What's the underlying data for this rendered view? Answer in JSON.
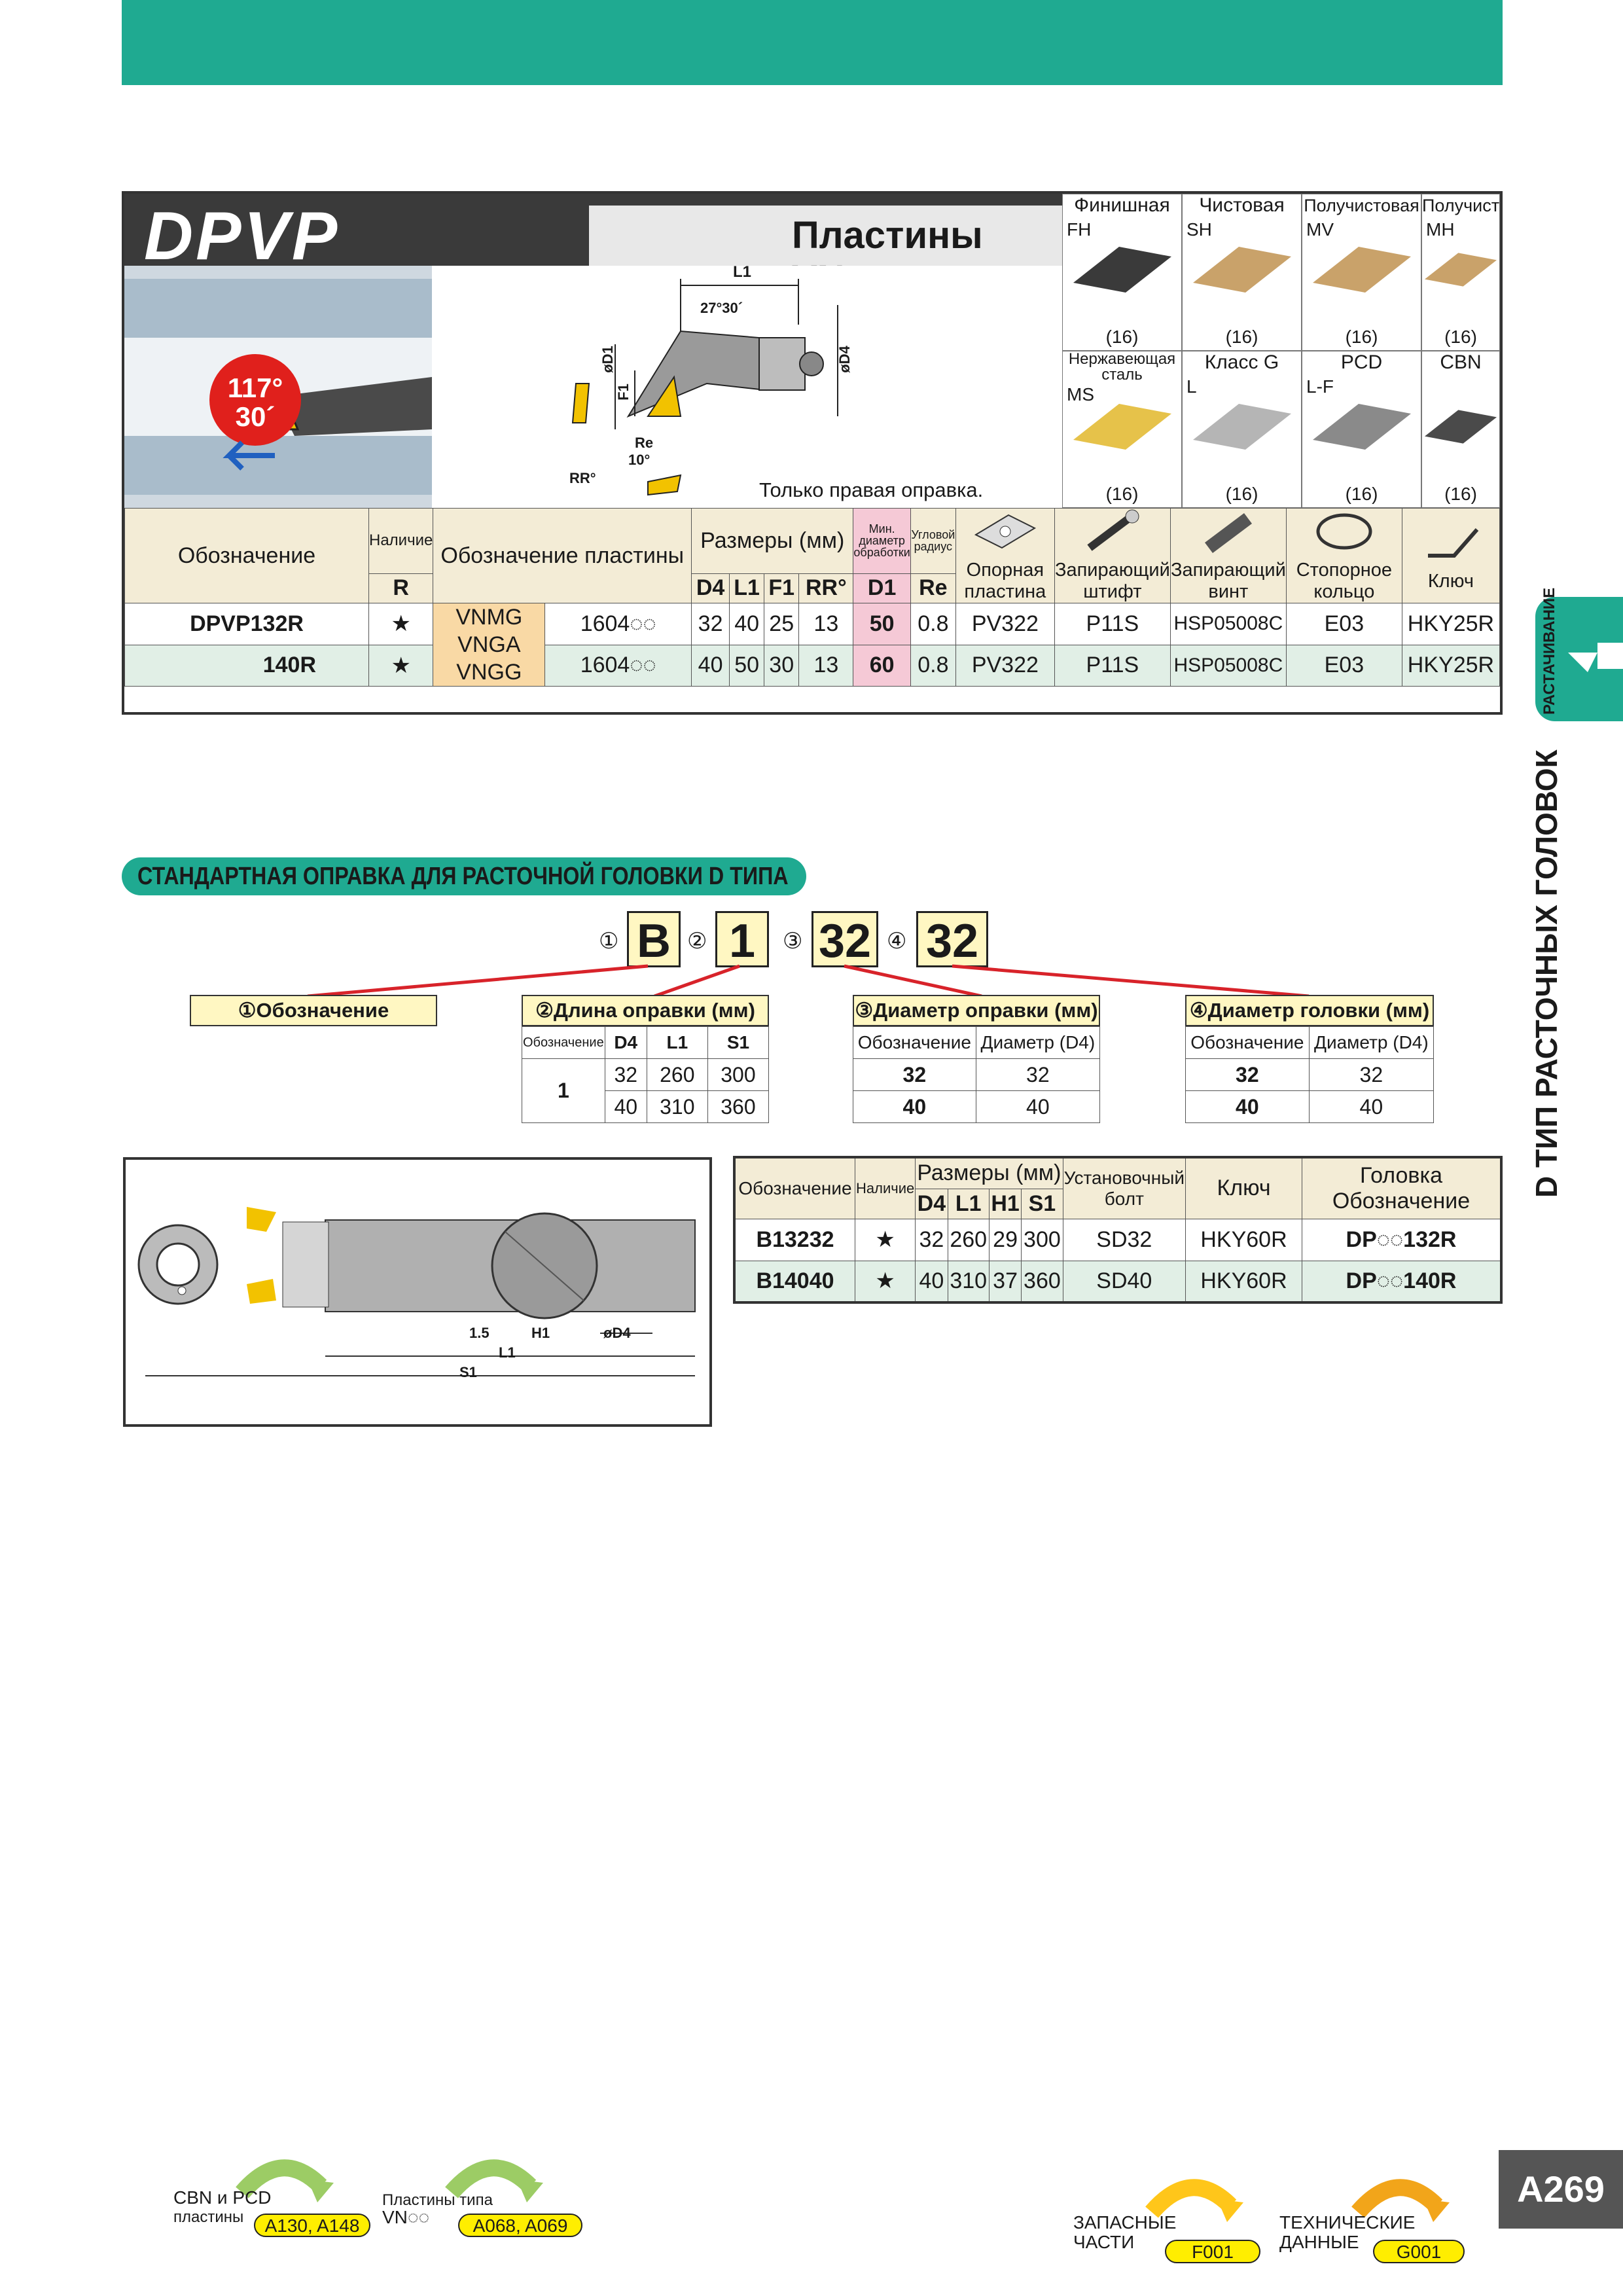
{
  "header": {
    "title": "DPVP",
    "insert_title": "Пластины VN◌◌"
  },
  "angle_badge": {
    "line1": "117°",
    "line2": "30´"
  },
  "drawing_labels": {
    "l1": "L1",
    "angle": "27°30´",
    "d1": "øD1",
    "f1": "F1",
    "d4": "øD4",
    "re": "Re",
    "ten": "10°",
    "rr": "RR°",
    "note": "Только правая оправка."
  },
  "grades": [
    {
      "name": "Финишная",
      "code": "FH",
      "count": "(16)"
    },
    {
      "name": "Чистовая",
      "code": "SH",
      "count": "(16)"
    },
    {
      "name": "Получистовая",
      "code": "MV",
      "count": "(16)"
    },
    {
      "name": "Получистовая",
      "code": "MH",
      "count": "(16)"
    },
    {
      "name": "Нержавеющая сталь",
      "code": "MS",
      "count": "(16)"
    },
    {
      "name": "Класс G",
      "code": "L",
      "count": "(16)"
    },
    {
      "name": "PCD",
      "code": "L-F",
      "count": "(16)"
    },
    {
      "name": "CBN",
      "code": "",
      "count": "(16)"
    }
  ],
  "table1": {
    "h_designation": "Обозначение",
    "h_availability": "Наличие",
    "h_r": "R",
    "h_insert": "Обозначение пластины",
    "h_dims": "Размеры (мм)",
    "h_d4": "D4",
    "h_l1": "L1",
    "h_f1": "F1",
    "h_rr": "RR°",
    "h_mindiam": "Мин. диаметр обработки",
    "h_d1": "D1",
    "h_radius": "Угловой радиус",
    "h_re": "Re",
    "h_seat": "Опорная пластина",
    "h_pin": "Запирающий штифт",
    "h_screw": "Запирающий винт",
    "h_ring": "Стопорное кольцо",
    "h_key": "Ключ",
    "insert_names": [
      "VNMG",
      "VNGA",
      "VNGG"
    ],
    "rows": [
      {
        "code": "DPVP132R",
        "star": "★",
        "ins": "1604◌◌",
        "d4": "32",
        "l1": "40",
        "f1": "25",
        "rr": "13",
        "d1": "50",
        "re": "0.8",
        "seat": "PV322",
        "pin": "P11S",
        "screw": "HSP05008C",
        "ring": "E03",
        "key": "HKY25R"
      },
      {
        "code": "140R",
        "star": "★",
        "ins": "1604◌◌",
        "d4": "40",
        "l1": "50",
        "f1": "30",
        "rr": "13",
        "d1": "60",
        "re": "0.8",
        "seat": "PV322",
        "pin": "P11S",
        "screw": "HSP05008C",
        "ring": "E03",
        "key": "HKY25R"
      }
    ]
  },
  "section2": {
    "title": "СТАНДАРТНАЯ ОПРАВКА ДЛЯ РАСТОЧНОЙ ГОЛОВКИ D ТИПА",
    "code": {
      "n1": "①",
      "v1": "B",
      "n2": "②",
      "v2": "1",
      "n3": "③",
      "v3": "32",
      "n4": "④",
      "v4": "32"
    },
    "box1": "①Обозначение",
    "box2": "②Длина оправки (мм)",
    "box3": "③Диаметр оправки (мм)",
    "box4": "④Диаметр головки (мм)",
    "len_table": {
      "h0": "Обозначение",
      "h1": "D4",
      "h2": "L1",
      "h3": "S1",
      "code": "1",
      "rows": [
        [
          "32",
          "260",
          "300"
        ],
        [
          "40",
          "310",
          "360"
        ]
      ]
    },
    "dia_table": {
      "h0": "Обозначение",
      "h1": "Диаметр (D4)",
      "rows": [
        [
          "32",
          "32"
        ],
        [
          "40",
          "40"
        ]
      ]
    },
    "head_table": {
      "h0": "Обозначение",
      "h1": "Диаметр (D4)",
      "rows": [
        [
          "32",
          "32"
        ],
        [
          "40",
          "40"
        ]
      ]
    }
  },
  "section3": {
    "draw_labels": {
      "a": "1.5",
      "h1": "H1",
      "d4": "øD4",
      "l1": "L1",
      "s1": "S1"
    },
    "h_designation": "Обозначение",
    "h_avail": "Наличие",
    "h_dims": "Размеры (мм)",
    "h_d4": "D4",
    "h_l1": "L1",
    "h_h1": "H1",
    "h_s1": "S1",
    "h_bolt": "Установочный болт",
    "h_key": "Ключ",
    "h_head": "Головка Обозначение",
    "rows": [
      {
        "code": "B13232",
        "star": "★",
        "d4": "32",
        "l1": "260",
        "h1": "29",
        "s1": "300",
        "bolt": "SD32",
        "key": "HKY60R",
        "head": "DP◌◌132R"
      },
      {
        "code": "B14040",
        "star": "★",
        "d4": "40",
        "l1": "310",
        "h1": "37",
        "s1": "360",
        "bolt": "SD40",
        "key": "HKY60R",
        "head": "DP◌◌140R"
      }
    ]
  },
  "side": {
    "vertical_title": "D ТИП РАСТОЧНЫХ ГОЛОВОК",
    "small_label": "РАСТАЧИВАНИЕ"
  },
  "footer": {
    "cbn_label1": "CBN и PCD",
    "cbn_label2": "пластины",
    "cbn_ref": "A130, A148",
    "vn_label1": "Пластины типа",
    "vn_label2": "VN◌◌",
    "vn_ref": "A068, A069",
    "parts_label1": "ЗАПАСНЫЕ",
    "parts_label2": "ЧАСТИ",
    "parts_ref": "F001",
    "tech_label1": "ТЕХНИЧЕСКИЕ",
    "tech_label2": "ДАННЫЕ",
    "tech_ref": "G001",
    "page": "A269"
  },
  "colors": {
    "accent": "#1faa91",
    "header_bg": "#f3ecd6",
    "row_alt": "#e1efe6",
    "highlight": "#fff7c2"
  }
}
